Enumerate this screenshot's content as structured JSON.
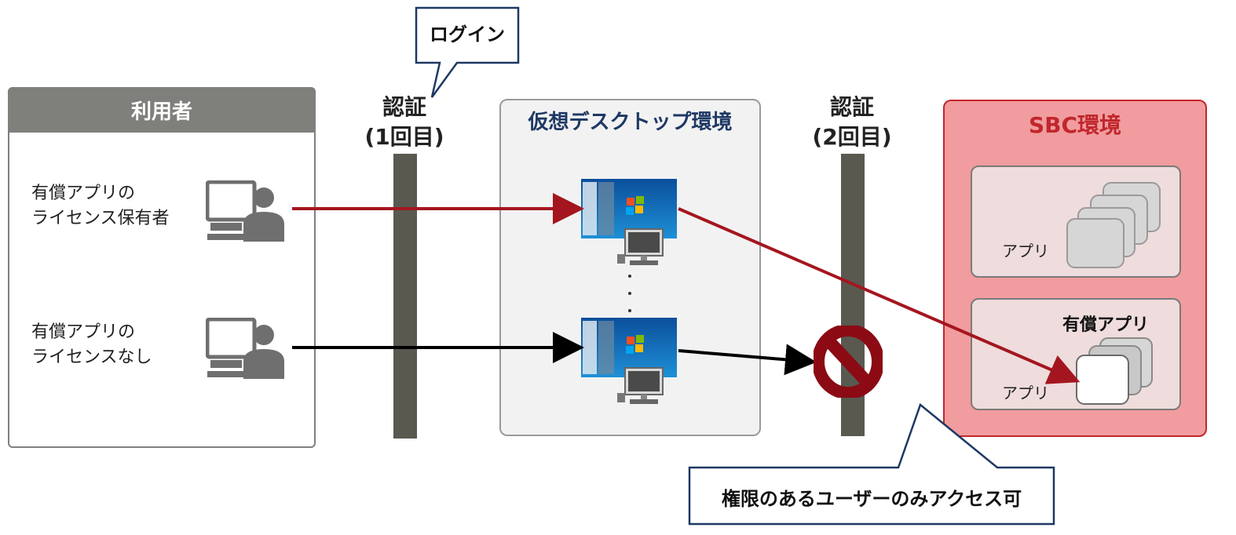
{
  "callouts": {
    "login": "ログイン",
    "access": "権限のあるユーザーのみアクセス可"
  },
  "users": {
    "title": "利用者",
    "licensed": "有償アプリの\nライセンス保有者",
    "unlicensed": "有償アプリの\nライセンスなし"
  },
  "auth": {
    "first": "認証\n(1回目)",
    "second": "認証\n(2回目)"
  },
  "vdi": {
    "title": "仮想デスクトップ環境"
  },
  "sbc": {
    "title": "SBC環境",
    "app_label": "アプリ",
    "paid_title": "有償アプリ",
    "paid_app_label": "アプリ"
  },
  "colors": {
    "allowed_arrow": "#a4161f",
    "denied_arrow": "#000000",
    "prohibited": "#8b0a14",
    "callout_border": "#1f3864"
  },
  "icons": {
    "user": "user-at-computer-icon",
    "desktop": "windows-desktop-icon",
    "apps": "app-stack-icon",
    "prohibited": "prohibited-icon"
  }
}
